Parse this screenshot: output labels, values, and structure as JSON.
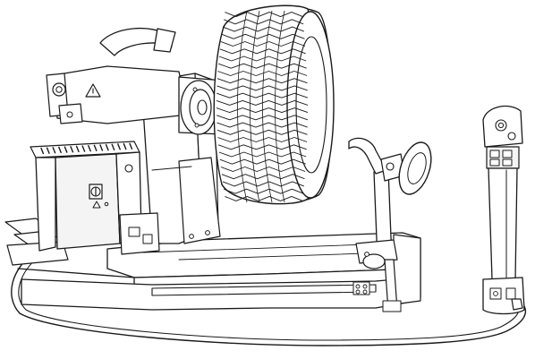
{
  "colors": {
    "background": "#ffffff",
    "ink": "#1a1a1a",
    "panel_shade": "#f4f4f4"
  },
  "components": [
    {
      "id": "machine-base",
      "icon": "machine-base-shape"
    },
    {
      "id": "tire",
      "icon": "tire-shape"
    },
    {
      "id": "mounting-column",
      "icon": "column-shape"
    },
    {
      "id": "drive-head",
      "icon": "drive-head-shape"
    },
    {
      "id": "control-box",
      "icon": "control-box-shape"
    },
    {
      "id": "main-switch",
      "icon": "rotary-switch-icon"
    },
    {
      "id": "warning-triangle",
      "icon": "warning-triangle-icon"
    },
    {
      "id": "tool-arm",
      "icon": "tool-arm-shape"
    },
    {
      "id": "bead-roller",
      "icon": "roller-disc-shape"
    },
    {
      "id": "remote-control-pedestal",
      "icon": "pedestal-shape"
    },
    {
      "id": "connecting-cable",
      "icon": "cable-shape"
    },
    {
      "id": "foot-pedal",
      "icon": "pedal-shape"
    }
  ]
}
